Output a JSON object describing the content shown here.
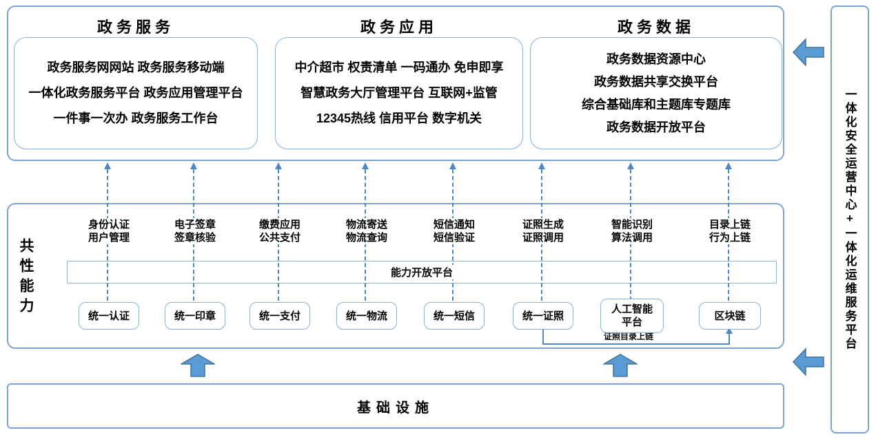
{
  "colors": {
    "border_outer": "#7aa3d4",
    "border_inner": "#85b2dd",
    "dash_blue": "#4f86c6",
    "arrow_fill": "#5b9bd5",
    "arrow_stroke": "#41719c",
    "text": "#000000"
  },
  "top_sections": [
    {
      "title": "政务服务",
      "lines": [
        "政务服务网网站 政务服务移动端",
        "一体化政务服务平台 政务应用管理平台",
        "一件事一次办 政务服务工作台"
      ]
    },
    {
      "title": "政务应用",
      "lines": [
        "中介超市 权责清单 一码通办 免申即享",
        "智慧政务大厅管理平台 互联网+监管",
        "12345热线 信用平台 数字机关"
      ]
    },
    {
      "title": "政务数据",
      "lines": [
        "政务数据资源中心",
        "政务数据共享交换平台",
        "综合基础库和主题库专题库",
        "政务数据开放平台"
      ]
    }
  ],
  "middle": {
    "side_label": "共性能力",
    "band_label": "能力开放平台",
    "columns": [
      {
        "capability": "身份认证\n用户管理",
        "box": "统一认证"
      },
      {
        "capability": "电子签章\n签章核验",
        "box": "统一印章"
      },
      {
        "capability": "缴费应用\n公共支付",
        "box": "统一支付"
      },
      {
        "capability": "物流寄送\n物流查询",
        "box": "统一物流"
      },
      {
        "capability": "短信通知\n短信验证",
        "box": "统一短信"
      },
      {
        "capability": "证照生成\n证照调用",
        "box": "统一证照"
      },
      {
        "capability": "智能识别\n算法调用",
        "box": "人工智能\n平台"
      },
      {
        "capability": "目录上链\n行为上链",
        "box": "区块链"
      }
    ],
    "connector_label": "证照目录上链"
  },
  "bottom": {
    "label": "基础设施"
  },
  "right_panel": {
    "label": "一体化安全运营中心+一体化运维服务平台"
  }
}
